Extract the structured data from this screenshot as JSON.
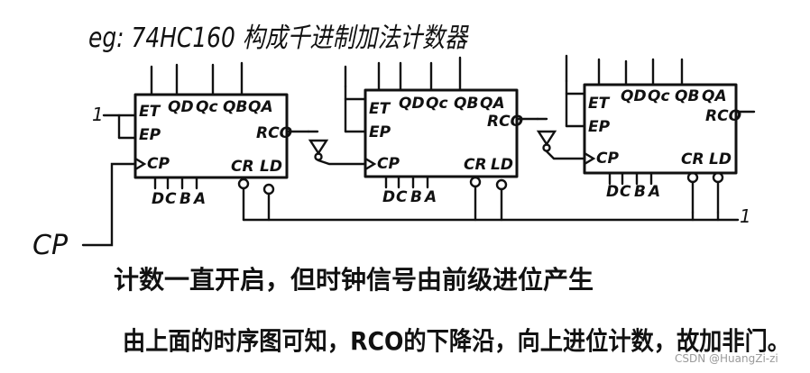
{
  "title": "eg: 74HC160 构成千进制加法计数器",
  "counters": [
    {
      "pins": {
        "et": "ET",
        "ep": "EP",
        "cp": "CP",
        "qd": "QD",
        "qc": "Qc",
        "qb": "QB",
        "qa": "QA",
        "rco": "RCO",
        "cr": "CR",
        "ld": "LD"
      },
      "inputs": [
        "D",
        "C",
        "B",
        "A"
      ],
      "et_level": "1"
    },
    {
      "pins": {
        "et": "ET",
        "ep": "EP",
        "cp": "CP",
        "qd": "QD",
        "qc": "Qc",
        "qb": "QB",
        "qa": "QA",
        "rco": "RCO",
        "cr": "CR",
        "ld": "LD"
      },
      "inputs": [
        "D",
        "C",
        "B",
        "A"
      ]
    },
    {
      "pins": {
        "et": "ET",
        "ep": "EP",
        "cp": "CP",
        "qd": "QD",
        "qc": "Qc",
        "qb": "QB",
        "qa": "QA",
        "rco": "RCO",
        "cr": "CR",
        "ld": "LD"
      },
      "inputs": [
        "D",
        "C",
        "B",
        "A"
      ]
    }
  ],
  "clock_label": "CP",
  "control_line_level": "1",
  "notes": [
    "计数一直开启，但时钟信号由前级进位产生",
    "由上面的时序图可知，RCO的下降沿，向上进位计数，故加非门。"
  ],
  "watermark": "CSDN @HuangZi-zi"
}
